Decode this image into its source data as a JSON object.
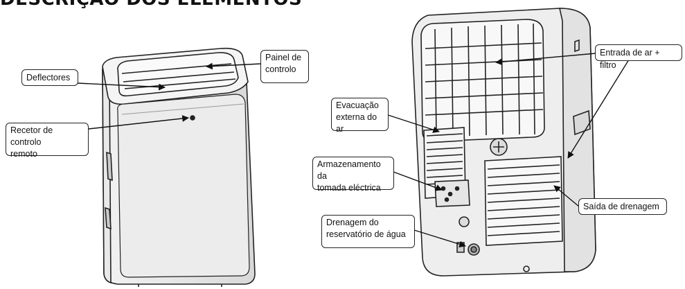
{
  "title": "DESCRIÇÃO DOS ELEMENTOS",
  "labels": {
    "deflectores": "Deflectores",
    "painel_line1": "Painel de",
    "painel_line2": "controlo",
    "recetor_line1": "Recetor de controlo",
    "recetor_line2": "remoto",
    "evacuacao_line1": "Evacuação",
    "evacuacao_line2": "externa do ar",
    "armazenamento_line1": "Armazenamento da",
    "armazenamento_line2": "tomada eléctrica",
    "drenagem_res_line1": "Drenagem do",
    "drenagem_res_line2": "reservatório de água",
    "entrada": "Entrada de ar + filtro",
    "saida": "Saída de drenagem"
  }
}
